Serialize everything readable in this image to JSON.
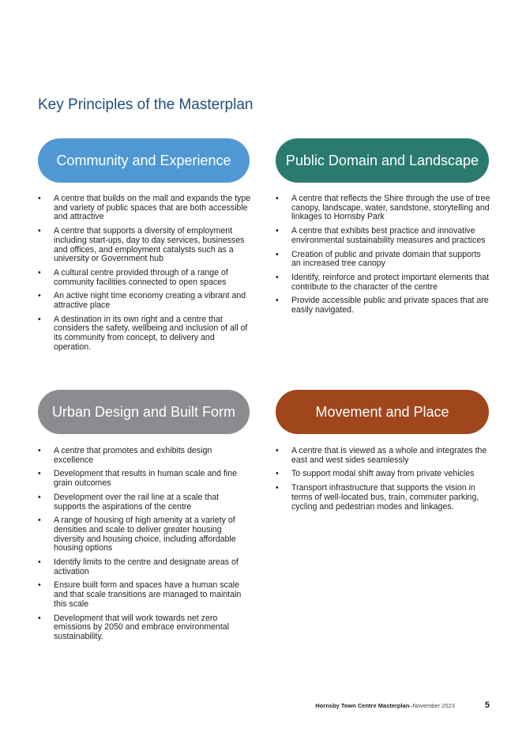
{
  "page": {
    "title": "Key Principles of the Masterplan"
  },
  "colors": {
    "title": "#1f4e79",
    "community": "#4f98d4",
    "public": "#2a7a70",
    "urban": "#8a8c8f",
    "movement": "#a0461d"
  },
  "icons": {
    "bullet": "•"
  },
  "sections": {
    "community": {
      "heading": "Community and Experience",
      "items": [
        "A centre that builds on the mall and expands the type and variety of public spaces that are both accessible and attractive",
        "A centre that supports a diversity of employment including start-ups, day to day services, businesses and offices, and employment catalysts such as a university or Government hub",
        "A cultural centre provided through of a range of community facilities connected to open spaces",
        "An active night time economy creating a vibrant and attractive place",
        "A destination in its own right and a centre that considers the safety, wellbeing and inclusion of all of its community from concept, to delivery and operation."
      ]
    },
    "public": {
      "heading": "Public Domain and Landscape",
      "items": [
        "A centre that reflects the Shire through the use of tree canopy, landscape, water, sandstone, storytelling and linkages to Hornsby Park",
        "A centre that exhibits best practice and innovative environmental sustainability measures and practices",
        "Creation of public and private domain that supports an increased tree canopy",
        "Identify, reinforce and protect important elements that contribute to the character of the centre",
        "Provide accessible public and private spaces that are easily navigated."
      ]
    },
    "urban": {
      "heading": "Urban Design and Built Form",
      "items": [
        "A centre that promotes and exhibits design excellence",
        "Development that results in human scale and fine grain outcomes",
        "Development over the rail line at a scale that supports the aspirations of the centre",
        "A range of housing of high amenity at a variety of densities and scale to deliver greater housing diversity and housing choice, including affordable housing options",
        "Identify limits to the centre and designate areas of activation",
        "Ensure built form and spaces have a human scale and that scale transitions are managed to maintain this scale",
        "Development that will work towards net zero emissions by 2050 and embrace environmental sustainability."
      ]
    },
    "movement": {
      "heading": "Movement and Place",
      "items": [
        "A centre that is viewed as a whole and integrates  the east and west sides seamlessly",
        "To support modal shift away from private vehicles",
        "Transport infrastructure that supports the vision in terms of well-located bus, train, commuter parking, cycling and pedestrian modes and linkages."
      ]
    }
  },
  "footer": {
    "document": "Hornsby Town Centre Masterplan",
    "separator": " – ",
    "date": "November 2023",
    "page_number": "5"
  }
}
